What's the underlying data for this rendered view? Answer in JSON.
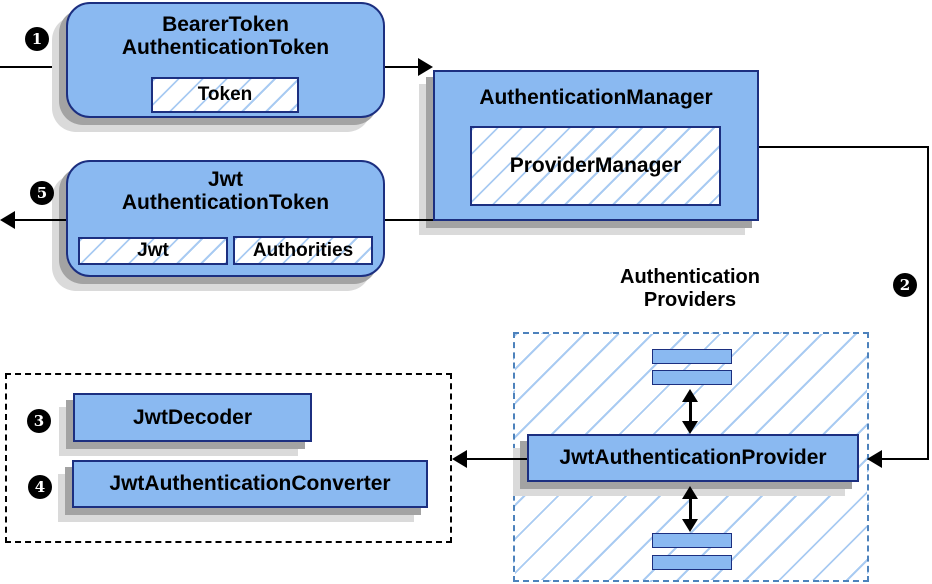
{
  "colors": {
    "box_fill": "#8ab9f1",
    "box_border": "#1c2f80",
    "hatch_line": "#a9cbf2",
    "dashed_blue": "#4d82bc",
    "shadow_dark": "#a3a3a3",
    "shadow_light": "#dadada",
    "line_black": "#000000"
  },
  "nodes": {
    "bearer_token": {
      "title": [
        "BearerToken",
        "AuthenticationToken"
      ],
      "inner_token": "Token"
    },
    "authentication_manager": {
      "title": "AuthenticationManager",
      "inner_provider_manager": "ProviderManager"
    },
    "jwt_authentication_token": {
      "title": [
        "Jwt",
        "AuthenticationToken"
      ],
      "inner_jwt": "Jwt",
      "inner_authorities": "Authorities"
    },
    "authentication_providers_group": {
      "label": [
        "Authentication",
        "Providers"
      ]
    },
    "jwt_authentication_provider": {
      "label": "JwtAuthenticationProvider"
    },
    "jwt_decoder": {
      "label": "JwtDecoder"
    },
    "jwt_authentication_converter": {
      "label": "JwtAuthenticationConverter"
    }
  },
  "step_badges": {
    "step1": "1",
    "step2": "2",
    "step3": "3",
    "step4": "4",
    "step5": "5"
  }
}
